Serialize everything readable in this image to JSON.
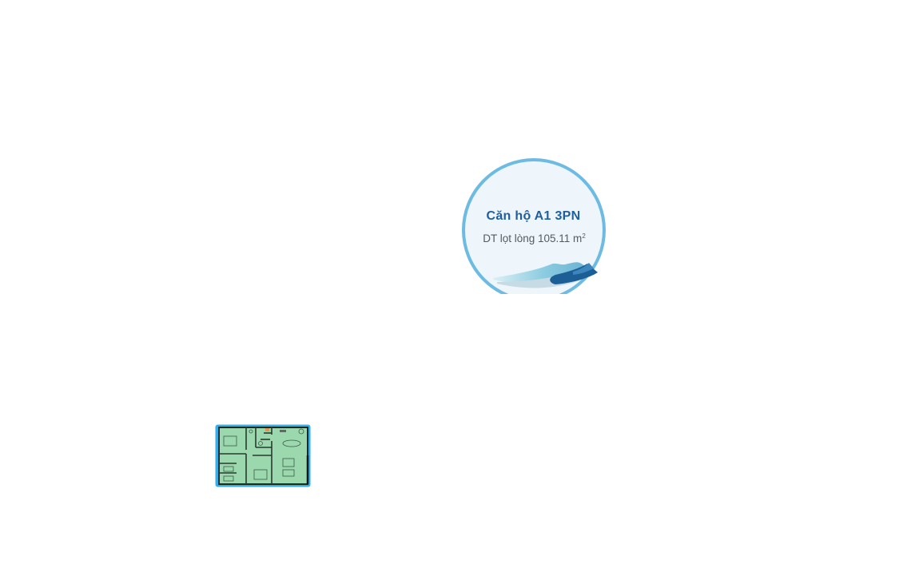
{
  "apartment": {
    "name": "Căn hộ A1 3PN",
    "area_label": "DT lọt lòng 105.11 m",
    "area_unit_sup": "2"
  },
  "colors": {
    "title": "#1f5fa0",
    "ring": "#6dbbe3",
    "circle_fill": "#eef6fb",
    "wave_dark": "#1c5e96",
    "wave_light": "#8fcfe2",
    "plan_fill": "#9bd8ad",
    "plan_frame": "#36aee8"
  },
  "floor_plan_thumbnail": {
    "icon": "floor-plan-icon"
  }
}
